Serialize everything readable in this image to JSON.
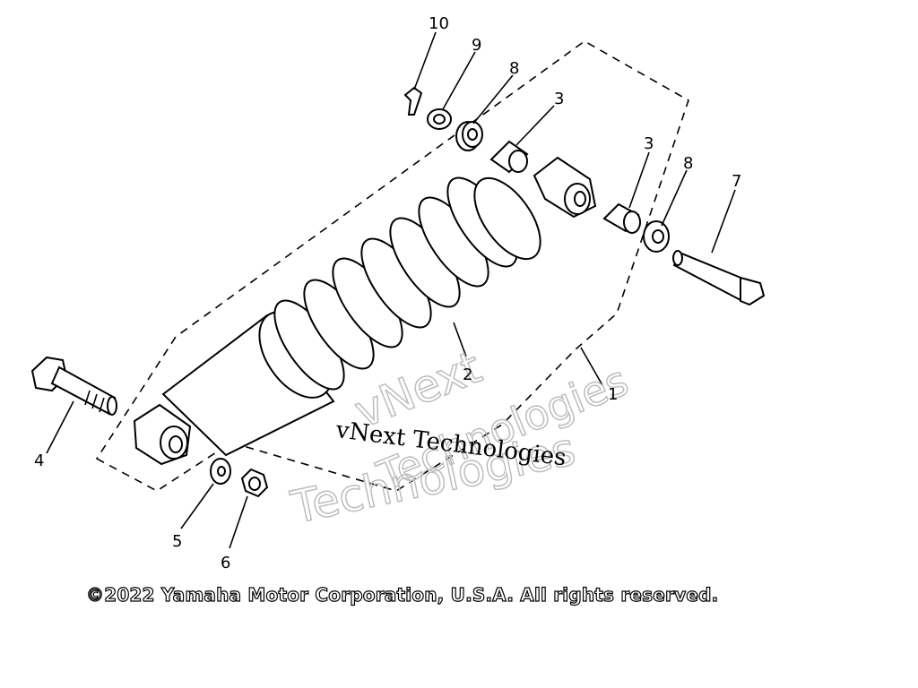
{
  "callouts": {
    "c1": "1",
    "c2": "2",
    "c3a": "3",
    "c3b": "3",
    "c4": "4",
    "c5": "5",
    "c6": "6",
    "c7": "7",
    "c8a": "8",
    "c8b": "8",
    "c9": "9",
    "c10": "10"
  },
  "watermark": {
    "line1": "vNext Technologies",
    "big1": "vNext",
    "big2": "Technologies",
    "big3": "Technologies"
  },
  "copyright": "©2022 Yamaha Motor Corporation, U.S.A. All rights reserved."
}
